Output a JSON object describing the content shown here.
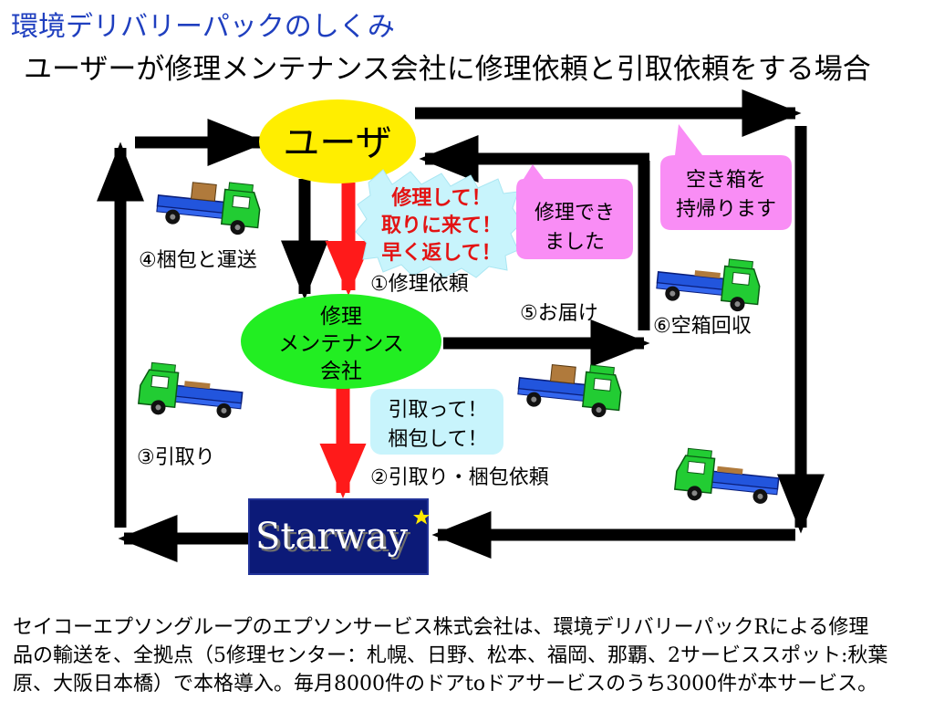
{
  "title": "環境デリバリーパックのしくみ",
  "subtitle": "ユーザーが修理メンテナンス会社に修理依頼と引取依頼をする場合",
  "nodes": {
    "user": "ユーザ",
    "company_line1": "修理",
    "company_line2": "メンテナンス",
    "company_line3": "会社",
    "starway": "Starway"
  },
  "callouts": {
    "repair_request_line1": "修理して！",
    "repair_request_line2": "取りに来て！",
    "repair_request_line3": "早く返して！",
    "repair_done_line1": "修理でき",
    "repair_done_line2": "ました",
    "empty_box_line1": "空き箱を",
    "empty_box_line2": "持帰ります",
    "pickup_request_line1": "引取って！",
    "pickup_request_line2": "梱包して！"
  },
  "steps": {
    "s1": "①修理依頼",
    "s2": "②引取り・梱包依頼",
    "s3": "③引取り",
    "s4": "④梱包と運送",
    "s5": "⑤お届け",
    "s6": "⑥空箱回収"
  },
  "footer": {
    "line1": "セイコーエプソングループのエプソンサービス株式会社は、環境デリバリーパックRによる修理",
    "line2": "品の輸送を、全拠点（5修理センター：札幌、日野、松本、福岡、那覇、2サービススポット:秋葉",
    "line3": "原、大阪日本橋）で本格導入。毎月8000件のドアtoドアサービスのうち3000件が本サービス。"
  },
  "colors": {
    "title_blue": "#1f3fbf",
    "user_fill": "#ffee00",
    "company_fill": "#22ee22",
    "request_arrow": "#ff1a1a",
    "flow_arrow": "#000000",
    "callout_cyan": "#c8f4fc",
    "callout_pink": "#f98df5",
    "starway_navy": "#0c1a78",
    "truck_cab": "#22cc33",
    "truck_bed": "#2255dd"
  }
}
